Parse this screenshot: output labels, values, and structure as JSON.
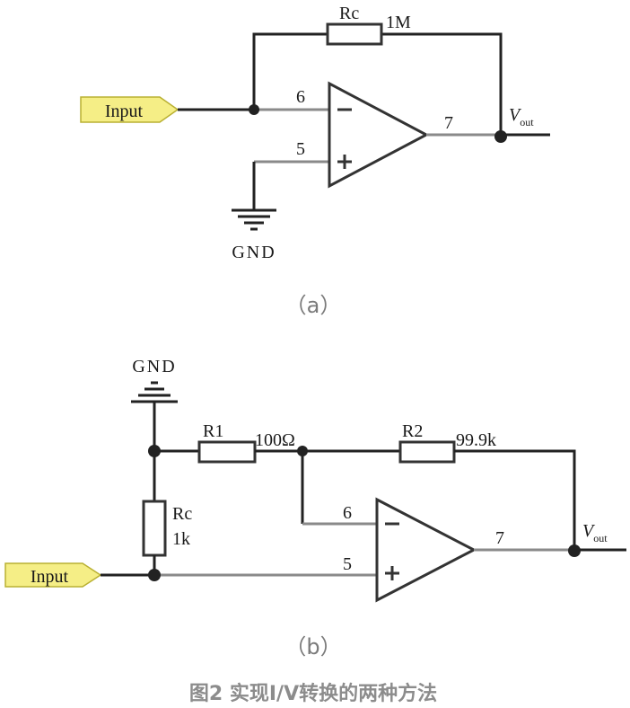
{
  "figure_caption": "图2 实现I/V转换的两种方法",
  "circuit_a": {
    "label": "（a）",
    "input_label": "Input",
    "ground_label": "GND",
    "feedback_resistor": {
      "name": "Rc",
      "value": "1M"
    },
    "pin_inverting": "6",
    "pin_noninverting": "5",
    "pin_output": "7",
    "output_label_main": "V",
    "output_label_sub": "out",
    "minus_sign": "−",
    "plus_sign": "+"
  },
  "circuit_b": {
    "label": "（b）",
    "input_label": "Input",
    "ground_label": "GND",
    "r1": {
      "name": "R1",
      "value": "100Ω"
    },
    "r2": {
      "name": "R2",
      "value": "99.9k"
    },
    "rc": {
      "name": "Rc",
      "value": "1k"
    },
    "pin_inverting": "6",
    "pin_noninverting": "5",
    "pin_output": "7",
    "output_label_main": "V",
    "output_label_sub": "out",
    "minus_sign": "−",
    "plus_sign": "+"
  },
  "colors": {
    "wire": "#222222",
    "pin_wire": "#8a8a8a",
    "input_tag_fill": "#f5ee86",
    "input_tag_border": "#b9b032",
    "caption_text": "#8c8c8c",
    "sub_label_text": "#7a7a7a"
  }
}
